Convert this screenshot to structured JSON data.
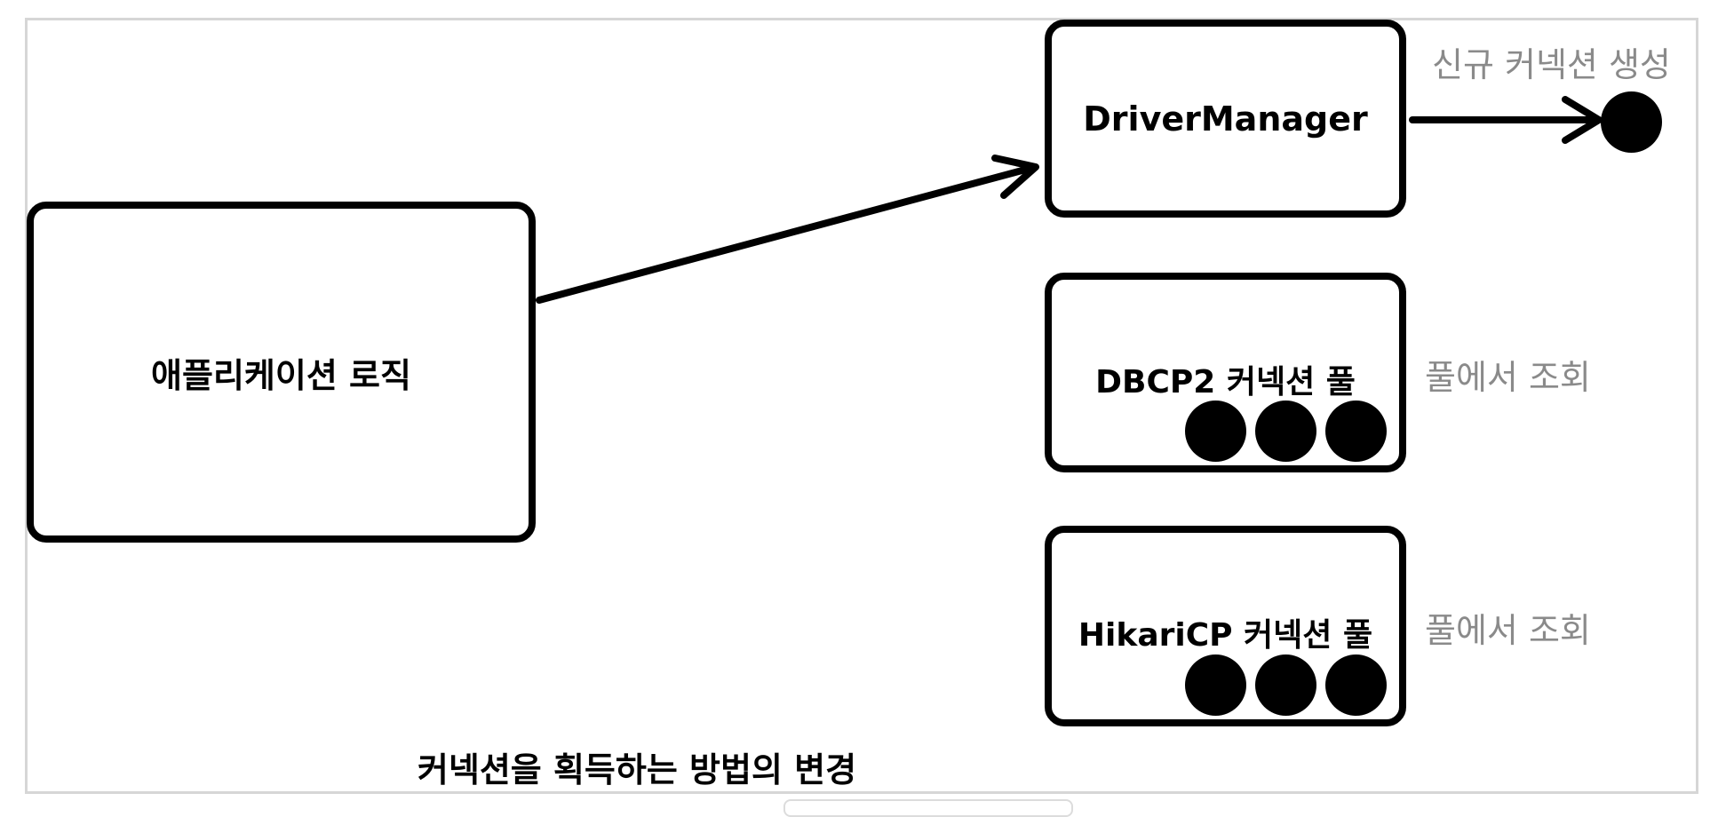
{
  "diagram": {
    "app_logic": {
      "label": "애플리케이션 로직"
    },
    "driver_manager": {
      "label": "DriverManager",
      "side_label": "신규 커넥션 생성"
    },
    "dbcp2_pool": {
      "label": "DBCP2 커넥션 풀",
      "side_label": "풀에서 조회",
      "connections": 3
    },
    "hikaricp_pool": {
      "label": "HikariCP 커넥션 풀",
      "side_label": "풀에서 조회",
      "connections": 3
    },
    "caption": "커넥션을 획득하는 방법의 변경"
  }
}
